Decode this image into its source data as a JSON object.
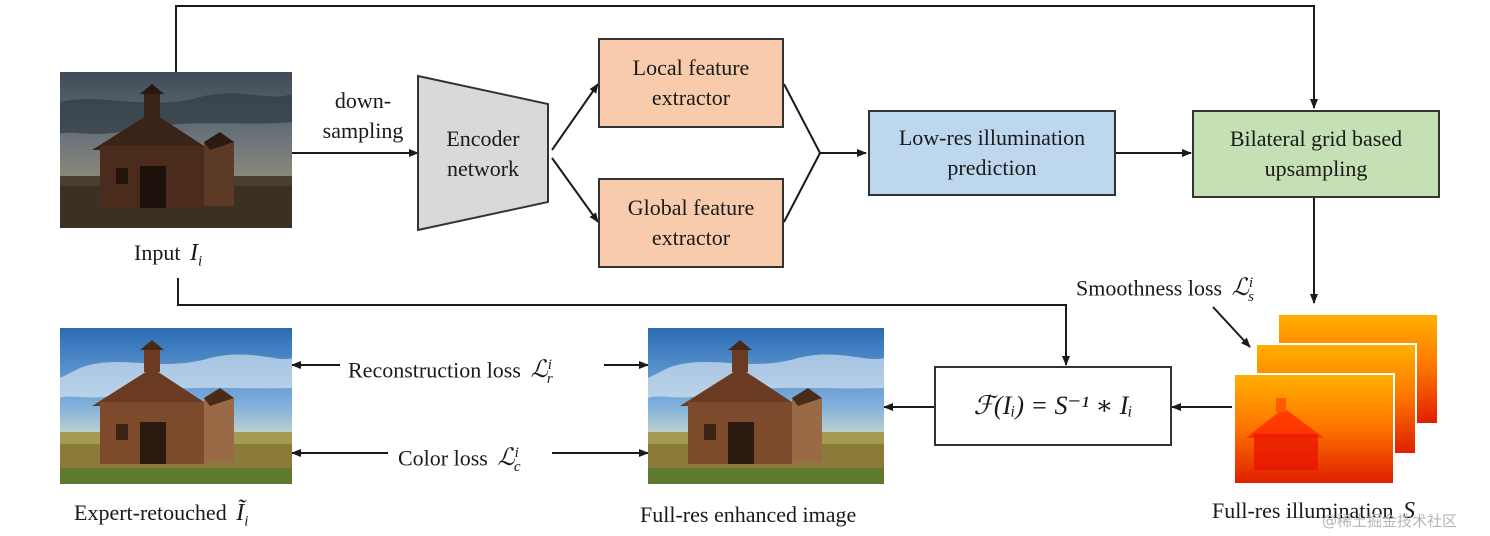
{
  "labels": {
    "down": "down-",
    "sampling": "sampling",
    "encoder_l1": "Encoder",
    "encoder_l2": "network",
    "local_l1": "Local feature",
    "local_l2": "extractor",
    "global_l1": "Global feature",
    "global_l2": "extractor",
    "lowres_l1": "Low-res illumination",
    "lowres_l2": "prediction",
    "bilateral_l1": "Bilateral grid based",
    "bilateral_l2": "upsampling",
    "input": "Input",
    "input_sym": "I",
    "input_sub": "i",
    "smooth": "Smoothness loss",
    "smooth_sym": "ℒ",
    "smooth_sub": "s",
    "smooth_sup": "i",
    "recon": "Reconstruction loss",
    "recon_sym": "ℒ",
    "recon_sub": "r",
    "recon_sup": "i",
    "color": "Color loss",
    "color_sym": "ℒ",
    "color_sub": "c",
    "color_sup": "i",
    "formula": "ℱ(Iᵢ) = S⁻¹ ∗ Iᵢ",
    "expert": "Expert-retouched",
    "expert_sym": "Ĩ",
    "expert_sub": "i",
    "enhanced": "Full-res enhanced image",
    "illum": "Full-res illumination",
    "illum_sym": "S",
    "watermark": "@稀土掘金技术社区"
  },
  "colors": {
    "feature_box": "#f8cbad",
    "lowres_box": "#bdd7ee",
    "bilateral_box": "#c5e0b4",
    "encoder_fill": "#d9d9d9",
    "line": "#1a1a1a"
  },
  "icons": {
    "input_photo": "dark-barn-photo",
    "expert_photo": "bright-barn-photo",
    "enhanced_photo": "bright-barn-photo",
    "illumination_maps": "red-yellow-illumination-map-stack"
  }
}
